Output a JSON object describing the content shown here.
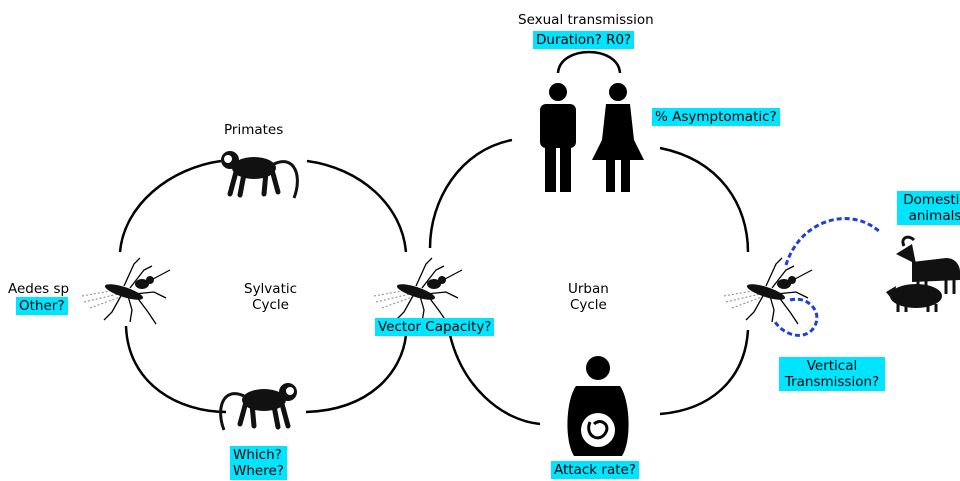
{
  "colors": {
    "highlight": "#00e5ff",
    "line": "#000000",
    "dashed_line": "#1a3fe0"
  },
  "icons": [
    "mosquito-icon",
    "monkey-icon",
    "man-icon",
    "woman-icon",
    "pregnant-woman-icon",
    "goat-icon",
    "pig-icon"
  ],
  "sexual": {
    "title": "Sexual transmission",
    "question": "Duration? R0?"
  },
  "asymptomatic": "% Asymptomatic?",
  "primates": "Primates",
  "sylvatic": {
    "line1": "Sylvatic",
    "line2": "Cycle"
  },
  "urban": {
    "line1": "Urban",
    "line2": "Cycle"
  },
  "aedes": {
    "name": "Aedes sp",
    "question": "Other?"
  },
  "vector": "Vector Capacity?",
  "which": {
    "line1": "Which?",
    "line2": "Where?"
  },
  "attack": "Attack rate?",
  "domestic": {
    "line1": "Domestic",
    "line2": "animals"
  },
  "vertical": {
    "line1": "Vertical",
    "line2": "Transmission?"
  }
}
